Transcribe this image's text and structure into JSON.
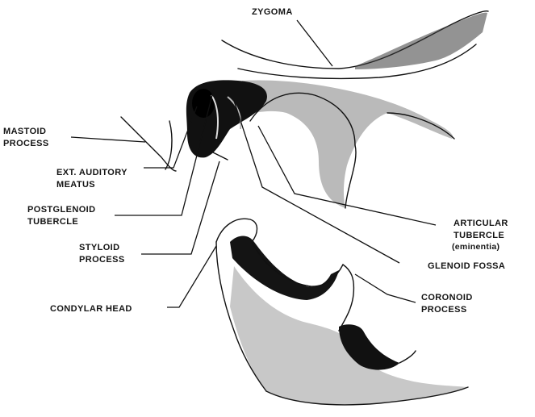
{
  "labels": {
    "zygoma": "ZYGOMA",
    "mastoid_line1": "MASTOID",
    "mastoid_line2": "PROCESS",
    "ext_auditory_line1": "EXT. AUDITORY",
    "ext_auditory_line2": "MEATUS",
    "postglenoid_line1": "POSTGLENOID",
    "postglenoid_line2": "TUBERCLE",
    "styloid_line1": "STYLOID",
    "styloid_line2": "PROCESS",
    "condylar_head": "CONDYLAR HEAD",
    "articular_line1": "ARTICULAR",
    "articular_line2": "TUBERCLE",
    "articular_line3": "(eminentia)",
    "glenoid_fossa": "GLENOID FOSSA",
    "coronoid_line1": "CORONOID",
    "coronoid_line2": "PROCESS"
  }
}
